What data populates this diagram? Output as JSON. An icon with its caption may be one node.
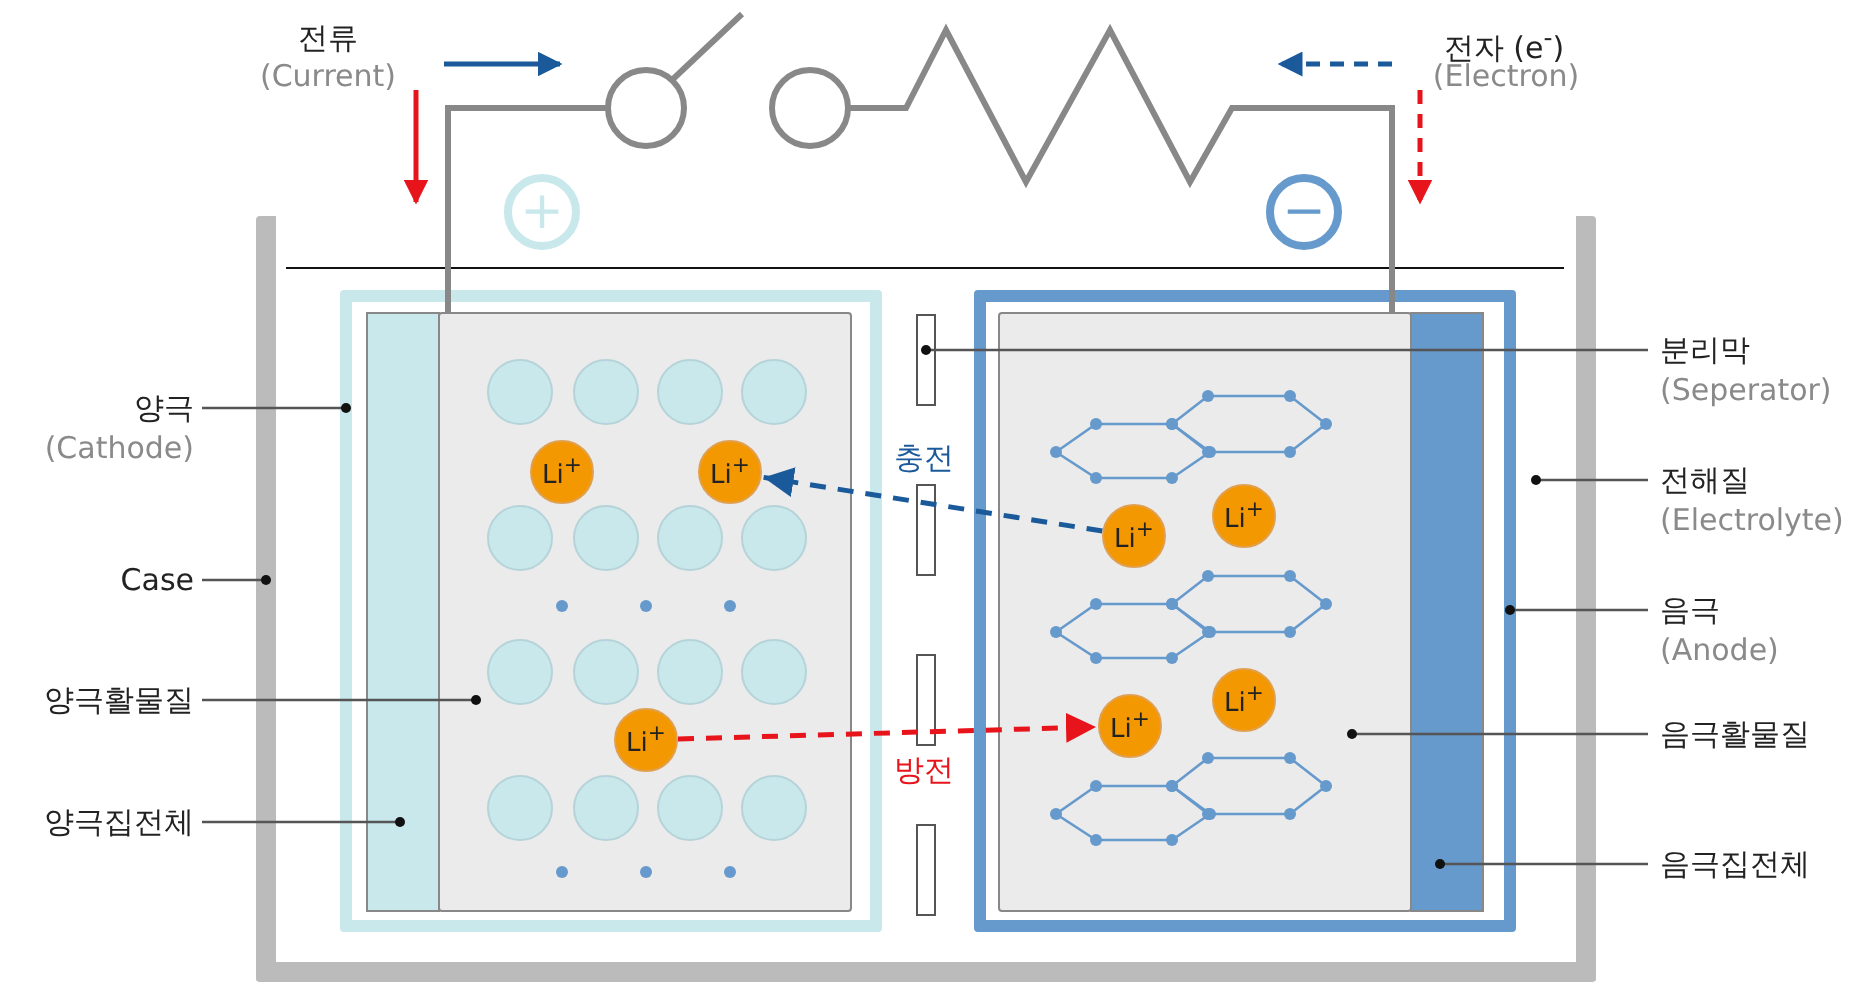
{
  "diagram": {
    "nodes": [
      {
        "text": [],
        "shape": "box"
      },
      {
        "text": [],
        "shape": "box",
        "in": 0
      },
      {
        "text": [],
        "shape": "bar",
        "in": 1
      },
      {
        "text": [],
        "shape": "box",
        "in": 1
      },
      {
        "text": [
          "Li$^{+}$"
        ],
        "in": 3
      },
      {
        "text": [
          "Li$^{+}$"
        ],
        "in": 3
      },
      {
        "text": [
          "Li$^{+}$"
        ],
        "in": 3
      },
      {
        "text": [],
        "shape": "box",
        "in": 0
      },
      {
        "text": [],
        "shape": "box",
        "in": 7
      },
      {
        "text": [
          "Li$^{+}$"
        ],
        "in": 8
      },
      {
        "text": [
          "Li$^{+}$"
        ],
        "in": 8
      },
      {
        "text": [
          "Li$^{+}$"
        ],
        "in": 8
      },
      {
        "text": [
          "Li$^{+}$"
        ],
        "in": 8
      },
      {
        "text": [],
        "shape": "bar",
        "in": 7
      },
      {
        "text": [],
        "shape": "bar",
        "in": 0
      },
      {
        "text": [],
        "shape": "bar",
        "in": 0
      },
      {
        "text": [],
        "shape": "bar",
        "in": 0
      },
      {
        "text": [],
        "shape": "bar",
        "in": 0
      },
      {
        "text": [
          "양극",
          "(Cathode)"
        ]
      },
      {
        "text": [
          "Case"
        ]
      },
      {
        "text": [
          "양극활물질"
        ]
      },
      {
        "text": [
          "양극집전체"
        ]
      },
      {
        "text": [
          "분리막",
          "(Seperator)"
        ]
      },
      {
        "text": [
          "전해질",
          "(Electrolyte)"
        ]
      },
      {
        "text": [
          "음극",
          "(Anode)"
        ]
      },
      {
        "text": [
          "음극활물질"
        ]
      },
      {
        "text": [
          "음극집전체"
        ]
      },
      {
        "text": [
          "+"
        ]
      },
      {
        "text": [
          "−"
        ]
      }
    ],
    "edges": [
      {
        "from": 9,
        "to": 5,
        "arrow": "to",
        "label": "충전",
        "style": "dashed",
        "color": "#1a5a9a"
      },
      {
        "from": 6,
        "to": 11,
        "arrow": "to",
        "label": "방전",
        "style": "dashed",
        "color": "#e8141b"
      },
      {
        "from": 18,
        "to": 1,
        "arrow": "other"
      },
      {
        "from": 19,
        "to": 0,
        "arrow": "other"
      },
      {
        "from": 20,
        "to": 3,
        "arrow": "other"
      },
      {
        "from": 21,
        "to": 2,
        "arrow": "other"
      },
      {
        "from": 22,
        "to": 14,
        "arrow": "other"
      },
      {
        "from": 23,
        "to": 0,
        "arrow": "other"
      },
      {
        "from": 24,
        "to": 7,
        "arrow": "other"
      },
      {
        "from": 25,
        "to": 8,
        "arrow": "other"
      },
      {
        "from": 26,
        "to": 13,
        "arrow": "other"
      }
    ],
    "labels": [
      "전류",
      "(Current)",
      "전자 (e$^{-}$)",
      "(Electron)"
    ]
  }
}
